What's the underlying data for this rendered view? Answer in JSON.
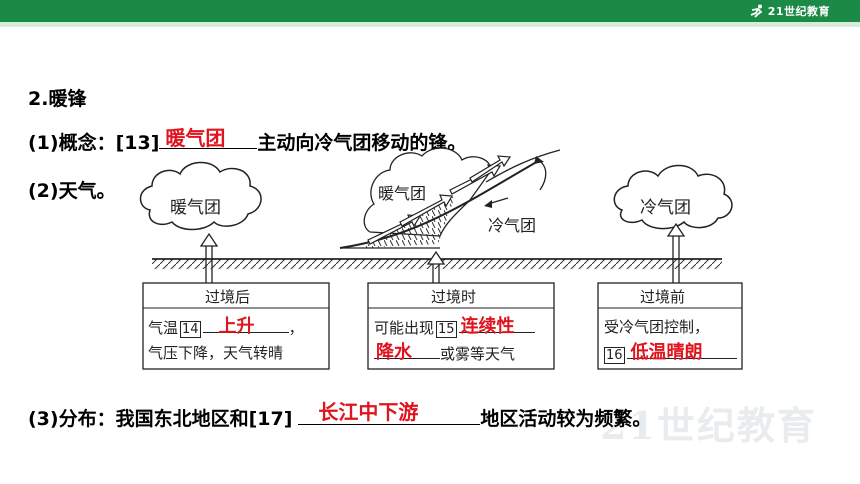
{
  "header": {
    "brand": "21世纪教育",
    "brand_color": "#1a8a46"
  },
  "section_title": "2.暖锋",
  "concept": {
    "prefix": "(1)概念：[13]",
    "answer": "暖气团",
    "suffix": "主动向冷气团移动的锋。"
  },
  "weather": {
    "label": "(2)天气。"
  },
  "diagram": {
    "cloud_left": "暖气团",
    "cloud_right": "冷气团",
    "front_warm": "暖气团",
    "front_cold": "冷气团",
    "boxes": [
      {
        "title": "过境后",
        "line1_pre": "气温",
        "num1": "14",
        "answer1": "上升",
        "line1_post": "，",
        "line2": "气压下降，天气转晴"
      },
      {
        "title": "过境时",
        "line1_pre": "可能出现",
        "num1": "15",
        "answer1": "连续性",
        "answer2": "降水",
        "line2_post": "或雾等天气"
      },
      {
        "title": "过境前",
        "line1": "受冷气团控制，",
        "num1": "16",
        "answer1": "低温晴朗"
      }
    ]
  },
  "distribution": {
    "prefix": "(3)分布：我国东北地区和[17]",
    "answer": "长江中下游",
    "suffix": "地区活动较为频繁。"
  },
  "colors": {
    "answer": "#e0141e"
  }
}
